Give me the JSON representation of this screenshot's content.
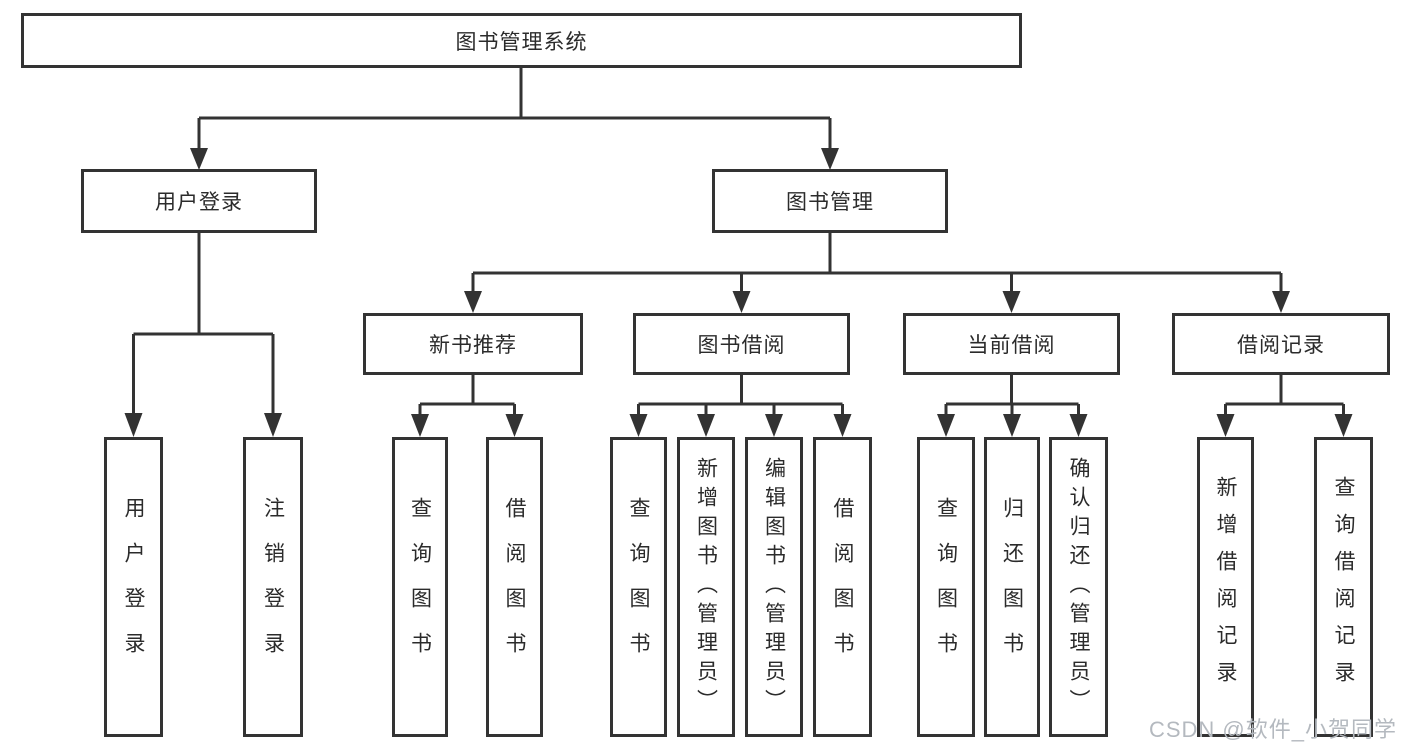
{
  "diagram": {
    "root": {
      "label": "图书管理系统"
    },
    "branches": [
      {
        "label": "用户登录",
        "children": [
          {
            "label": "用户登录"
          },
          {
            "label": "注销登录"
          }
        ]
      },
      {
        "label": "图书管理",
        "children": [
          {
            "label": "新书推荐",
            "children": [
              {
                "label": "查询图书"
              },
              {
                "label": "借阅图书"
              }
            ]
          },
          {
            "label": "图书借阅",
            "children": [
              {
                "label": "查询图书"
              },
              {
                "label": "新增图书（管理员）"
              },
              {
                "label": "编辑图书（管理员）"
              },
              {
                "label": "借阅图书"
              }
            ]
          },
          {
            "label": "当前借阅",
            "children": [
              {
                "label": "查询图书"
              },
              {
                "label": "归还图书"
              },
              {
                "label": "确认归还（管理员）"
              }
            ]
          },
          {
            "label": "借阅记录",
            "children": [
              {
                "label": "新增借阅记录"
              },
              {
                "label": "查询借阅记录"
              }
            ]
          }
        ]
      }
    ]
  },
  "watermark": {
    "text": "CSDN @软件_小贺同学"
  },
  "colors": {
    "line": "#333333",
    "text": "#2b2b2b",
    "background": "#ffffff",
    "watermark_text": "#b4b9bf"
  }
}
